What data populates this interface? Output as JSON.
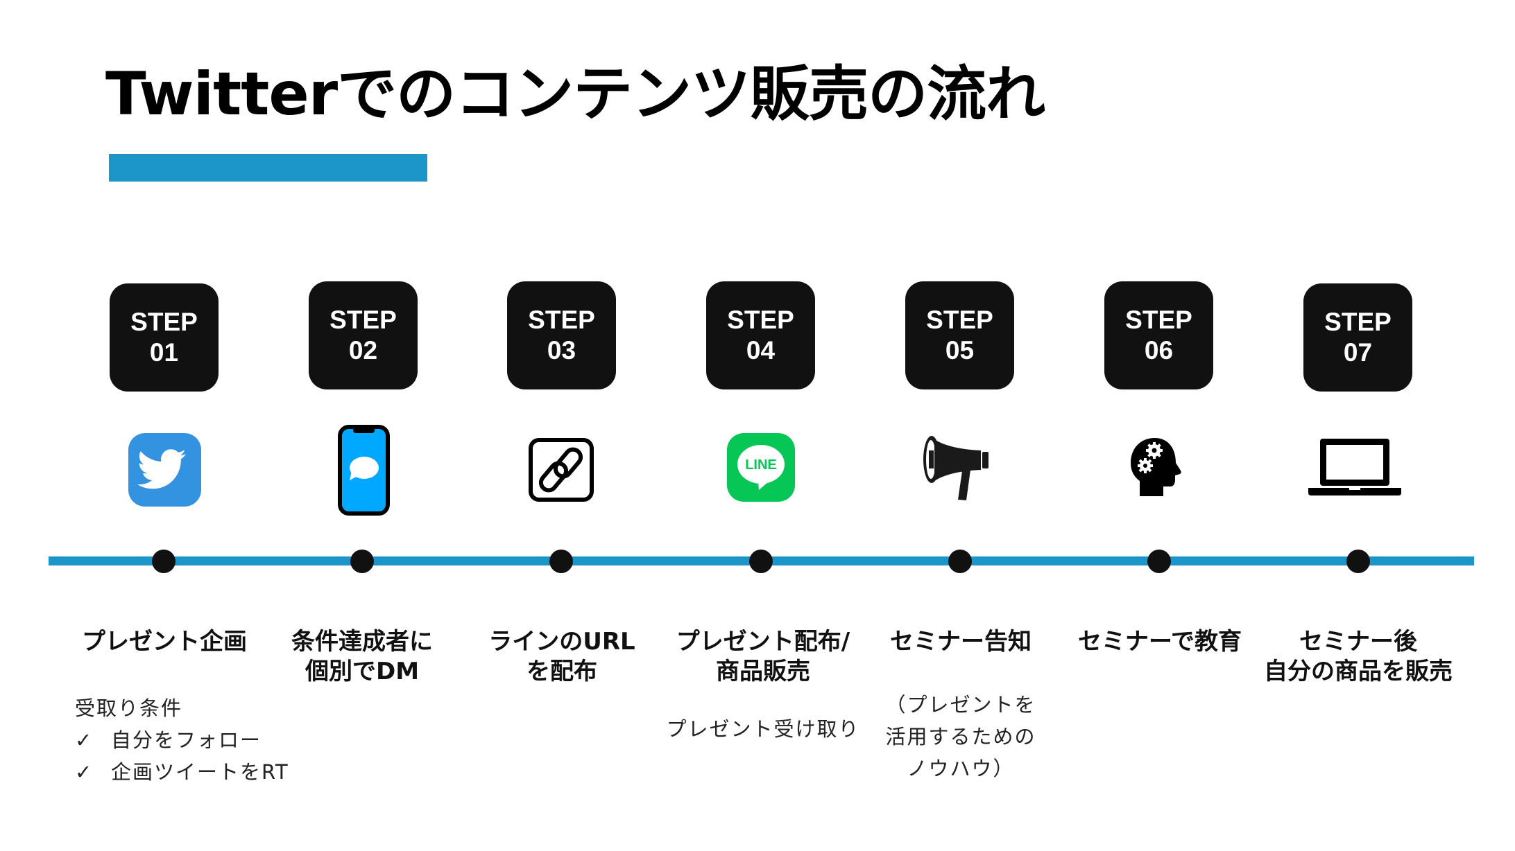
{
  "title": "Twitterでのコンテンツ販売の流れ",
  "colors": {
    "accent": "#1c96c9",
    "step_box": "#111111",
    "twitter_blue": "#3393e0",
    "message_blue": "#00a8ff",
    "line_green": "#06c755"
  },
  "steps": [
    {
      "step_word": "STEP",
      "number": "01",
      "icon": "twitter-icon",
      "label_lines": [
        "プレゼント企画"
      ],
      "sub_heading": "受取り条件",
      "checklist": [
        "自分をフォロー",
        "企画ツイートをRT"
      ],
      "check_mark": "✓"
    },
    {
      "step_word": "STEP",
      "number": "02",
      "icon": "smartphone-message-icon",
      "label_lines": [
        "条件達成者に",
        "個別でDM"
      ]
    },
    {
      "step_word": "STEP",
      "number": "03",
      "icon": "link-icon",
      "label_lines": [
        "ラインのURL",
        "を配布"
      ]
    },
    {
      "step_word": "STEP",
      "number": "04",
      "icon": "line-app-icon",
      "icon_text": "LINE",
      "label_lines": [
        "プレゼント配布/",
        "商品販売"
      ],
      "sub_lines": [
        "プレゼント受け取り"
      ]
    },
    {
      "step_word": "STEP",
      "number": "05",
      "icon": "megaphone-icon",
      "label_lines": [
        "セミナー告知"
      ],
      "sub_lines": [
        "（プレゼントを",
        "活用するための",
        "ノウハウ）"
      ]
    },
    {
      "step_word": "STEP",
      "number": "06",
      "icon": "head-gears-icon",
      "label_lines": [
        "セミナーで教育"
      ]
    },
    {
      "step_word": "STEP",
      "number": "07",
      "icon": "laptop-icon",
      "label_lines": [
        "セミナー後",
        "自分の商品を販売"
      ]
    }
  ]
}
